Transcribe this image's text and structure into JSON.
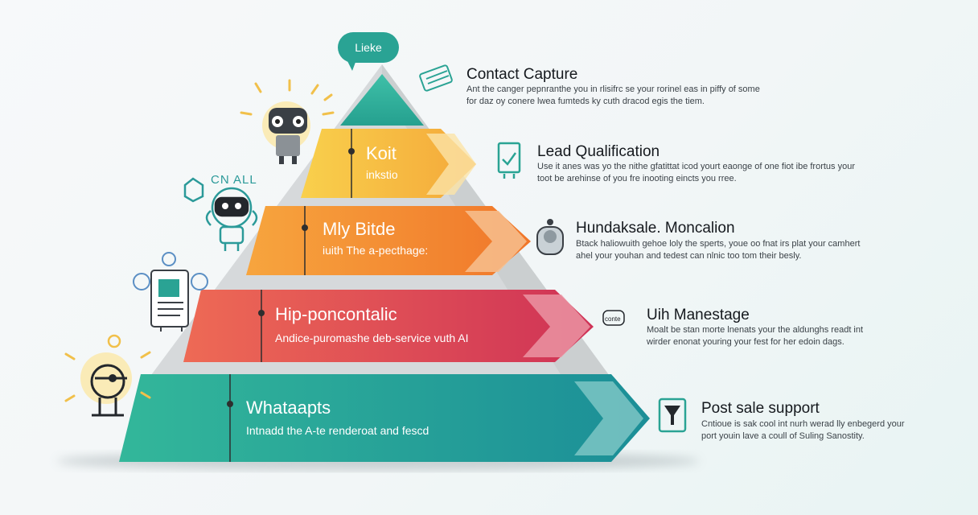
{
  "badge": {
    "label": "Lieke"
  },
  "tiers": [
    {
      "title": "Koit",
      "subtitle": "inkstio"
    },
    {
      "title": "Mly Bitde",
      "subtitle": "iuith The a-pecthage:"
    },
    {
      "title": "Hip-poncontalic",
      "subtitle": "Andice-puromashe deb-service vuth AI"
    },
    {
      "title": "Whataapts",
      "subtitle": "Intnadd the A-te renderoat and fescd"
    }
  ],
  "side": [
    {
      "title": "Contact Capture",
      "line1": "Ant the canger pepnranthe you in rlisifrc se your rorinel eas in piffy of some",
      "line2": "for daz oy conere lwea fumteds ky cuth dracod egis the tiem."
    },
    {
      "title": "Lead Qualification",
      "line1": "Use it anes was yo the nithe gfatittat icod yourt eaonge of one fiot ibe frortus your",
      "line2": "toot be arehinse of you fre inooting eincts you rree."
    },
    {
      "title": "Hundaksale. Moncalion",
      "line1": "Btack haliowuith gehoe loly the sperts, youe oo fnat irs plat your camhert",
      "line2": "ahel your youhan and tedest can nlnic too tom their besly."
    },
    {
      "title": "Uih Manestage",
      "line1": "Moalt be stan morte lnenats your the aldunghs readt int",
      "line2": "wirder enonat youring your fest for her edoin dags."
    },
    {
      "title": "Post sale support",
      "line1": "Cntioue is sak cool int nurh werad lly enbegerd your",
      "line2": "port youin lave a coull of Suling Sanostity."
    }
  ],
  "icons": {
    "chip_label": "conte",
    "doodle_label": "CN ALL"
  },
  "colors": {
    "teal": "#2aa394",
    "yellow": "#f5b93a",
    "orange": "#f39433",
    "red": "#e2495a",
    "green": "#2bb39a"
  }
}
